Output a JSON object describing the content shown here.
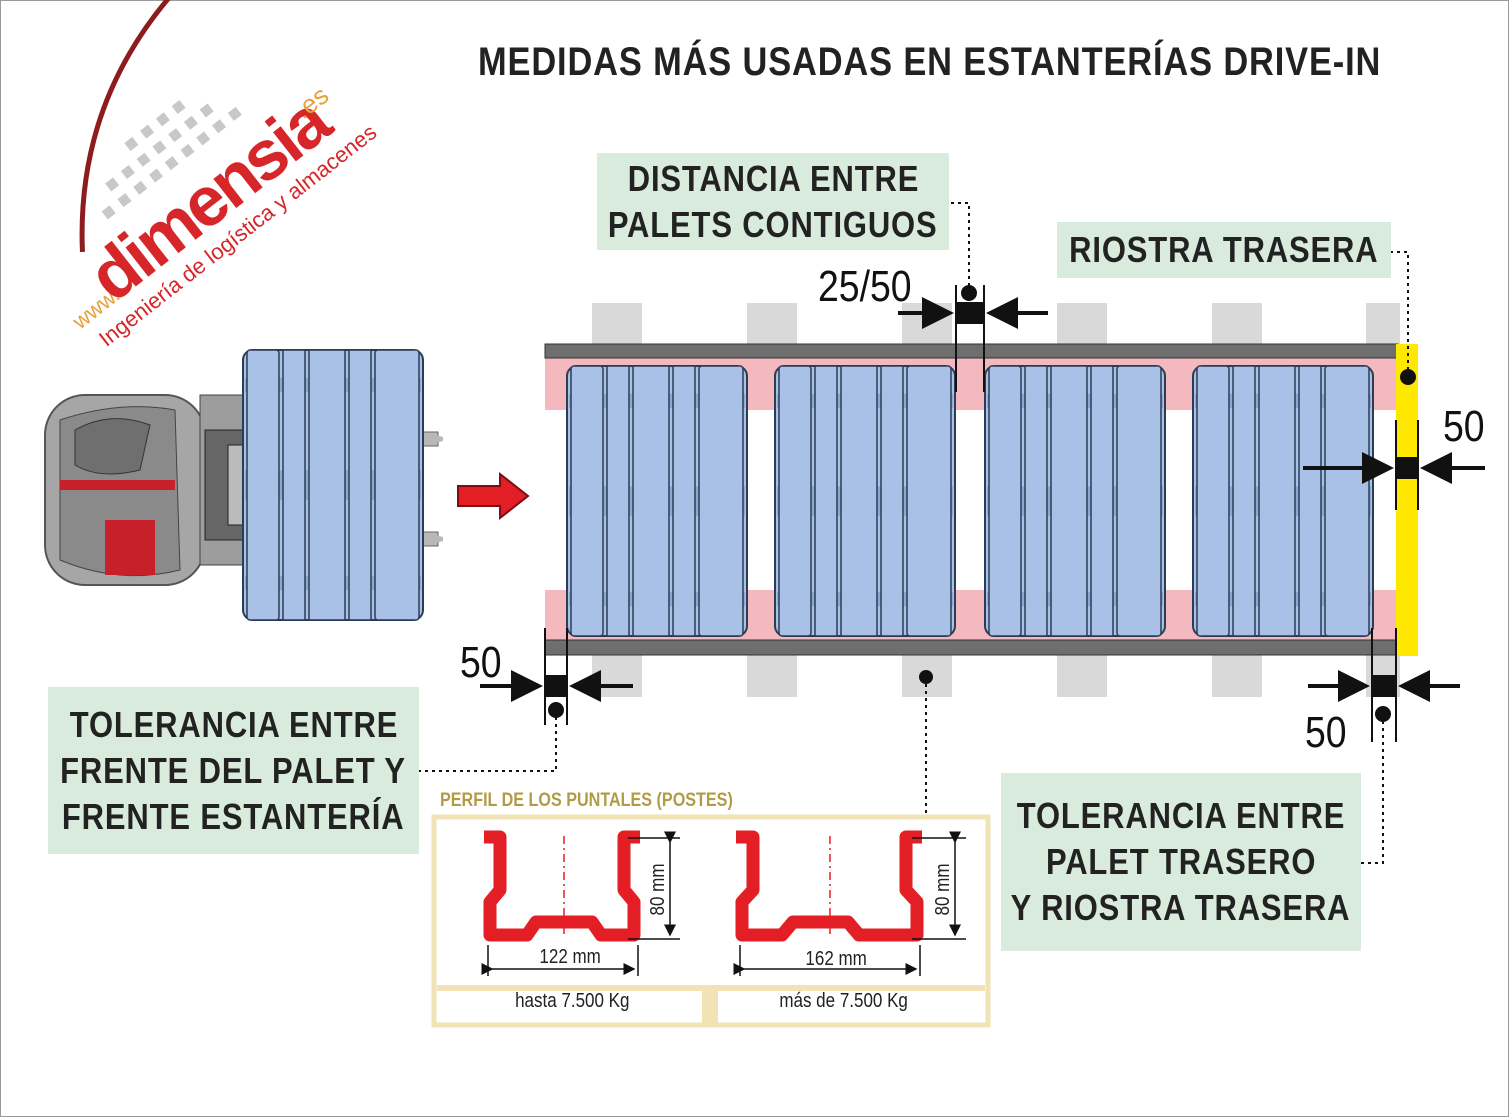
{
  "title": "MEDIDAS MÁS USADAS EN ESTANTERÍAS DRIVE-IN",
  "logo": {
    "prefix": "www.",
    "brand": "dimensia",
    "suffix": ".es",
    "tagline": "Ingeniería de logística y almacenes"
  },
  "labels": {
    "distance_line1": "DISTANCIA ENTRE",
    "distance_line2": "PALETS CONTIGUOS",
    "back_brace": "RIOSTRA TRASERA",
    "front_tol_line1": "TOLERANCIA ENTRE",
    "front_tol_line2": "FRENTE DEL PALET Y",
    "front_tol_line3": "FRENTE ESTANTERÍA",
    "back_tol_line1": "TOLERANCIA ENTRE",
    "back_tol_line2": "PALET TRASERO",
    "back_tol_line3": "Y RIOSTRA TRASERA"
  },
  "dimensions": {
    "between_pallets": "25/50",
    "back_brace": "50",
    "front": "50",
    "rear": "50"
  },
  "profiles": {
    "title": "PERFIL DE LOS PUNTALES (POSTES)",
    "items": [
      {
        "width": "122 mm",
        "height": "80 mm",
        "caption": "hasta 7.500 Kg"
      },
      {
        "width": "162 mm",
        "height": "80 mm",
        "caption": "más de 7.500 Kg"
      }
    ]
  },
  "colors": {
    "pallet": "#a9c1e6",
    "beam_band": "#f4b8bf",
    "brace": "#ffe800",
    "green_box": "#d9ebdc",
    "profile": "#e31e24",
    "brand": "#d7262a"
  }
}
